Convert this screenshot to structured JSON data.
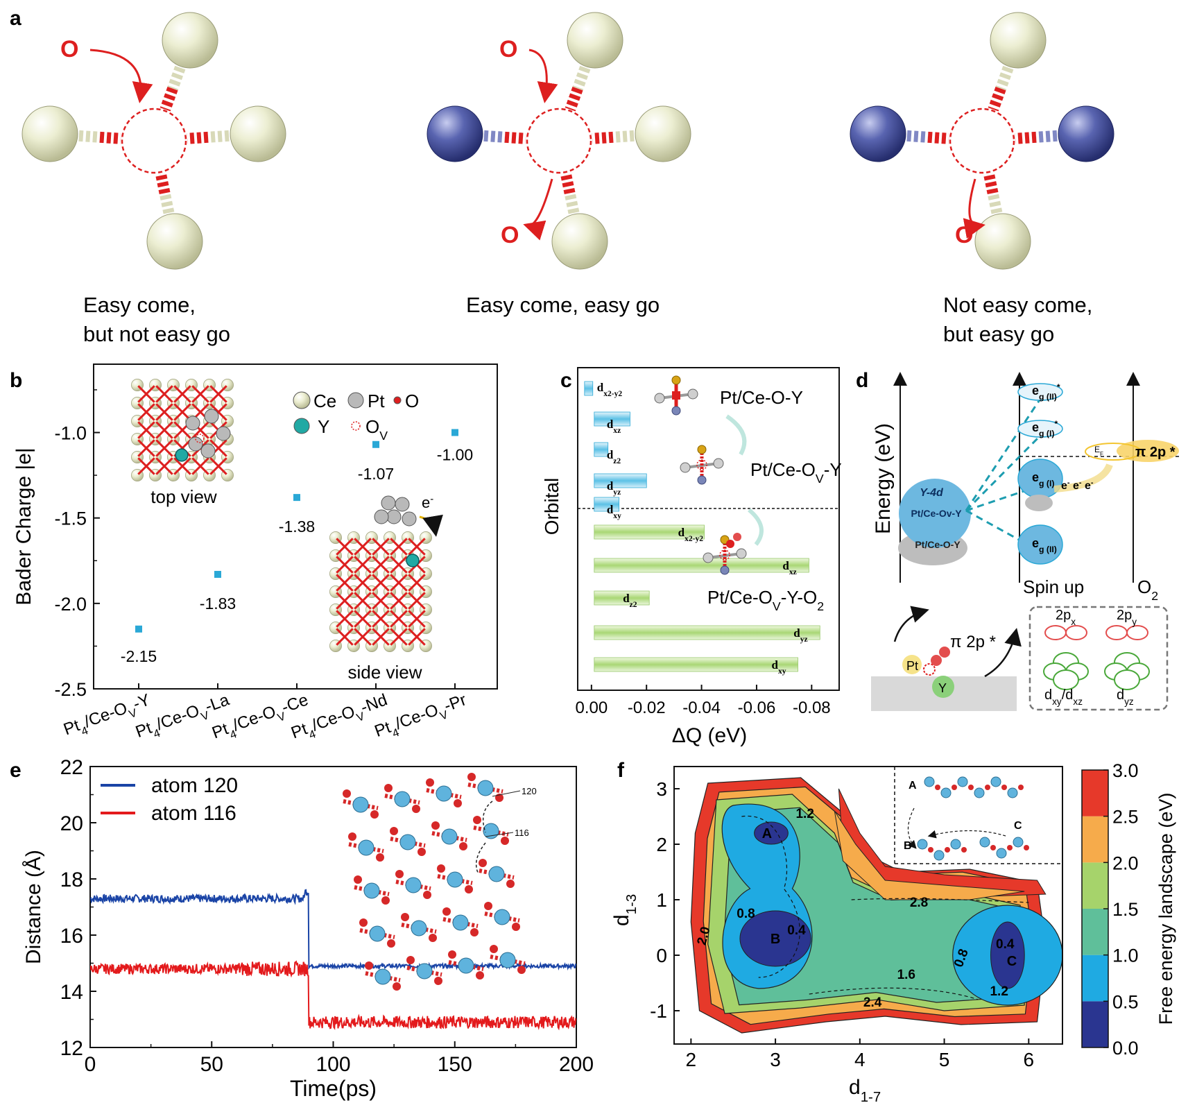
{
  "panel_labels": [
    "a",
    "b",
    "c",
    "d",
    "e",
    "f"
  ],
  "colors": {
    "ce_atom": "#e5e6c8",
    "dopant_atom": "#4a56a0",
    "oxygen": "#dd1f1f",
    "blue_series": "#1a44a6",
    "red_series": "#e31a1c",
    "cyan_marker": "#2aa8d6"
  },
  "panel_a": {
    "o_label": "O",
    "items": [
      {
        "caption_line1": "Easy  come,",
        "caption_line2": "but not easy go"
      },
      {
        "caption_line1": "Easy  come, easy go",
        "caption_line2": ""
      },
      {
        "caption_line1": "Not easy  come,",
        "caption_line2": "but easy go"
      }
    ]
  },
  "panel_c_labels": {
    "molecules": [
      "Pt/Ce-O-Y",
      "Pt/Ce-OV-Y",
      "Pt/Ce-OV-Y-O2"
    ]
  },
  "panel_d": {
    "ylabel": "Energy (eV)",
    "column_labels": [
      "Spin up",
      "O2"
    ],
    "y4d_labels": [
      "Y-4d",
      "Pt/Ce-Ov-Y",
      "Pt/Ce-O-Y"
    ],
    "levels": [
      "eg (II)*",
      "eg (I)*",
      "eg (I)",
      "eg (II)"
    ],
    "fermi": "EF",
    "pi_label": "π 2p *",
    "electron_label": "e- e- e-",
    "inset_labels": {
      "pt": "Pt",
      "y": "Y",
      "pi": "π 2p *",
      "px": "2px",
      "py": "2py",
      "dxy": "dxy/dxz",
      "dyz": "dyz"
    }
  },
  "chart_data": [
    {
      "type": "scatter",
      "panel": "b",
      "categories": [
        "Pt4/Ce-OV-Y",
        "Pt4/Ce-OV-La",
        "Pt4/Ce-OV-Ce",
        "Pt4/Ce-OV-Nd",
        "Pt4/Ce-OV-Pr"
      ],
      "values": [
        -2.15,
        -1.83,
        -1.38,
        -1.07,
        -1.0
      ],
      "data_labels": [
        "-2.15",
        "-1.83",
        "-1.38",
        "-1.07",
        "-1.00"
      ],
      "ylabel": "Bader Charge |e|",
      "ylim": [
        -2.5,
        -0.6
      ],
      "yticks": [
        -2.5,
        -2.0,
        -1.5,
        -1.0
      ],
      "legend": [
        "Ce",
        "Pt",
        "O",
        "Y",
        "OV"
      ],
      "inset_labels": [
        "top view",
        "side view",
        "e-"
      ]
    },
    {
      "type": "bar",
      "panel": "c",
      "orientation": "horizontal",
      "xlabel": "ΔQ (eV)",
      "ylabel": "Orbital",
      "xlim": [
        0.005,
        -0.09
      ],
      "xticks": [
        0.0,
        -0.02,
        -0.04,
        -0.06,
        -0.08
      ],
      "series": [
        {
          "categories": [
            "dx2-y2",
            "dxz",
            "dz2",
            "dyz",
            "dxy"
          ],
          "values": [
            -0.003,
            -0.013,
            -0.005,
            -0.019,
            -0.009
          ]
        },
        {
          "categories": [
            "dx2-y2",
            "dxz",
            "dz2",
            "dyz",
            "dxy"
          ],
          "values": [
            -0.04,
            -0.078,
            -0.02,
            -0.082,
            -0.074
          ]
        }
      ]
    },
    {
      "type": "line",
      "panel": "e",
      "xlabel": "Time(ps)",
      "ylabel": "Distance (Å)",
      "xlim": [
        0,
        200
      ],
      "ylim": [
        12,
        22
      ],
      "xticks": [
        0,
        50,
        100,
        150,
        200
      ],
      "yticks": [
        12,
        14,
        16,
        18,
        20,
        22
      ],
      "legend_position": "top-left",
      "series": [
        {
          "name": "atom 120",
          "before": 17.3,
          "after": 14.9,
          "switch_time": 90
        },
        {
          "name": "atom 116",
          "before": 14.8,
          "after": 12.9,
          "switch_time": 90
        }
      ],
      "inset_labels": [
        "120",
        "116"
      ]
    },
    {
      "type": "heatmap",
      "panel": "f",
      "xlabel": "d1-7",
      "ylabel": "d1-3",
      "xlim": [
        1.8,
        6.4
      ],
      "ylim": [
        -1.6,
        3.4
      ],
      "xticks": [
        2,
        3,
        4,
        5,
        6
      ],
      "yticks": [
        -1,
        0,
        1,
        2,
        3
      ],
      "colorbar_label": "Free energy landscape (eV)",
      "colorbar_ticks": [
        0.0,
        0.5,
        1.0,
        1.5,
        2.0,
        2.5,
        3.0
      ],
      "colorbar_range": [
        0,
        3
      ],
      "minima": [
        {
          "label": "A",
          "x": 2.9,
          "y": 2.2
        },
        {
          "label": "B",
          "x": 3.0,
          "y": 0.3
        },
        {
          "label": "C",
          "x": 5.8,
          "y": -0.1
        }
      ],
      "contour_labels": [
        "1.2",
        "0.8",
        "0.4",
        "2.0",
        "2.8",
        "1.6",
        "2.4",
        "0.8",
        "0.4",
        "1.2"
      ],
      "inset_labels": [
        "A",
        "B",
        "C"
      ]
    }
  ]
}
